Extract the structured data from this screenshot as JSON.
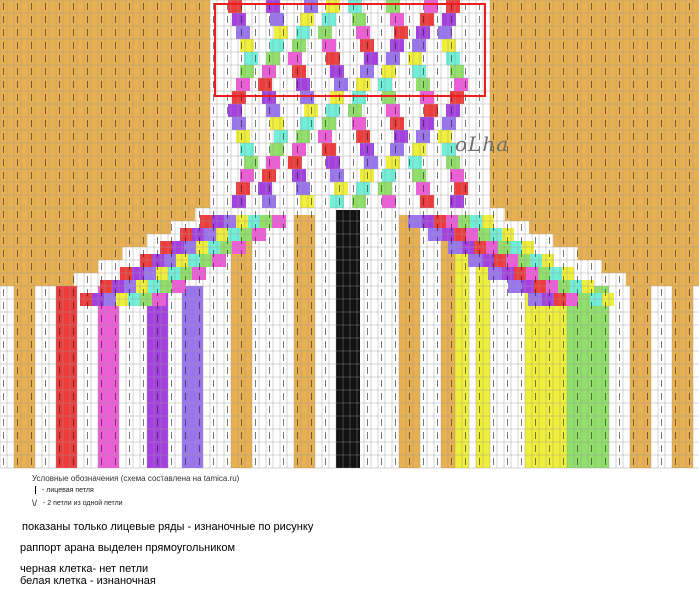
{
  "legend": {
    "title": "Условные обозначения (схема составлена на tamica.ru)",
    "items": [
      {
        "symbol": "|",
        "label": "- лицевая петля"
      },
      {
        "symbol": "\\/",
        "label": "- 2 петли  из одной петли"
      }
    ]
  },
  "notes": [
    "показаны только лицевые ряды - изнаночные по рисунку",
    "раппорт арана выделен прямоугольником",
    "черная клетка- нет петли",
    "белая клетка - изнаночная"
  ],
  "watermark": "oLha",
  "colors": {
    "background_gold": "#e8b050",
    "red": "#ee3b3b",
    "purple": "#a540e0",
    "violet": "#9a74ef",
    "pink": "#ee5cd8",
    "yellow": "#f0f03a",
    "green": "#90e06a",
    "cyan": "#70f0d8",
    "black": "#111111",
    "grid": "#9a9a9a",
    "rapport_frame": "#ee1c1c"
  },
  "stitch_bands_bottom_left_to_right": [
    "gold",
    "red",
    "pink",
    "purple",
    "violet",
    "gold",
    "black",
    "gold",
    "yellow",
    "green",
    "gold"
  ]
}
